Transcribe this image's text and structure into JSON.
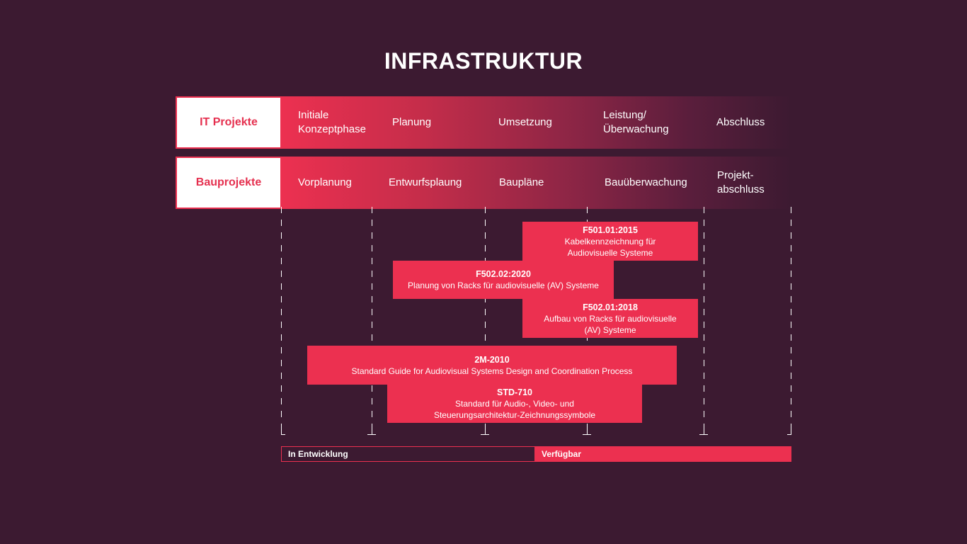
{
  "title": "INFRASTRUKTUR",
  "rows": [
    {
      "label": "IT Projekte",
      "phases": [
        "Initiale\nKonzeptphase",
        "Planung",
        "Umsetzung",
        "Leistung/\nÜberwachung",
        "Abschluss"
      ]
    },
    {
      "label": "Bauprojekte",
      "phases": [
        "Vorplanung",
        "Entwurfsplaung",
        "Baupläne",
        "Bauüberwachung",
        "Projekt-\nabschluss"
      ]
    }
  ],
  "standards": [
    {
      "code": "F501.01:2015",
      "desc": "Kabelkennzeichnung für\nAudiovisuelle Systeme"
    },
    {
      "code": "F502.02:2020",
      "desc": "Planung von Racks für audiovisuelle (AV) Systeme"
    },
    {
      "code": "F502.01:2018",
      "desc": "Aufbau von Racks für audiovisuelle\n(AV) Systeme"
    },
    {
      "code": "2M-2010",
      "desc": "Standard Guide for Audiovisual Systems Design and Coordination Process"
    },
    {
      "code": "STD-710",
      "desc": "Standard für Audio-, Video- und\nSteuerungsarchitektur-Zeichnungssymbole"
    }
  ],
  "legend": {
    "in_development": "In Entwicklung",
    "available": "Verfügbar"
  },
  "colors": {
    "background": "#3c1a31",
    "accent": "#ec3050",
    "white": "#ffffff"
  }
}
